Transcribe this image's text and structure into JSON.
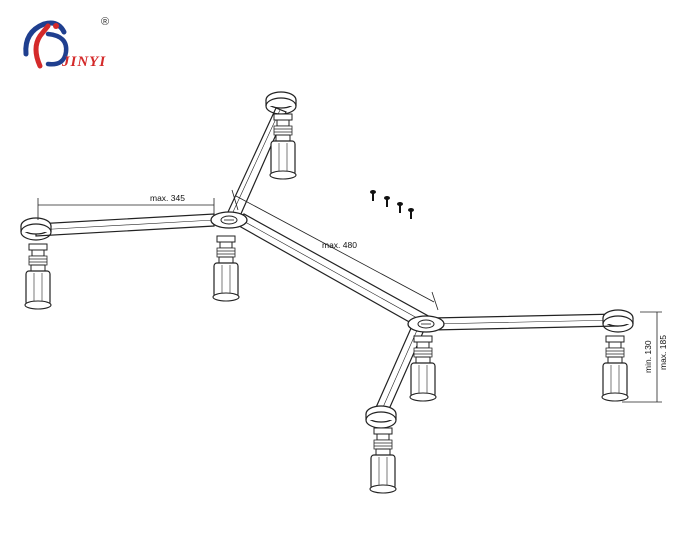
{
  "brand": {
    "name": "JINYI",
    "registered_mark": "®",
    "colors": {
      "red": "#d42a2a",
      "blue": "#1f3f8f"
    }
  },
  "dimensions": {
    "arm_length": "max. 345",
    "beam_length": "max. 480",
    "height_min": "min. 130",
    "height_max": "max. 185"
  },
  "icons": [
    "jinyi-logo-icon",
    "adjustable-foot-icon",
    "screw-icon"
  ],
  "colors": {
    "line": "#222222",
    "fill": "#ffffff",
    "shade": "#e6e6e6"
  }
}
